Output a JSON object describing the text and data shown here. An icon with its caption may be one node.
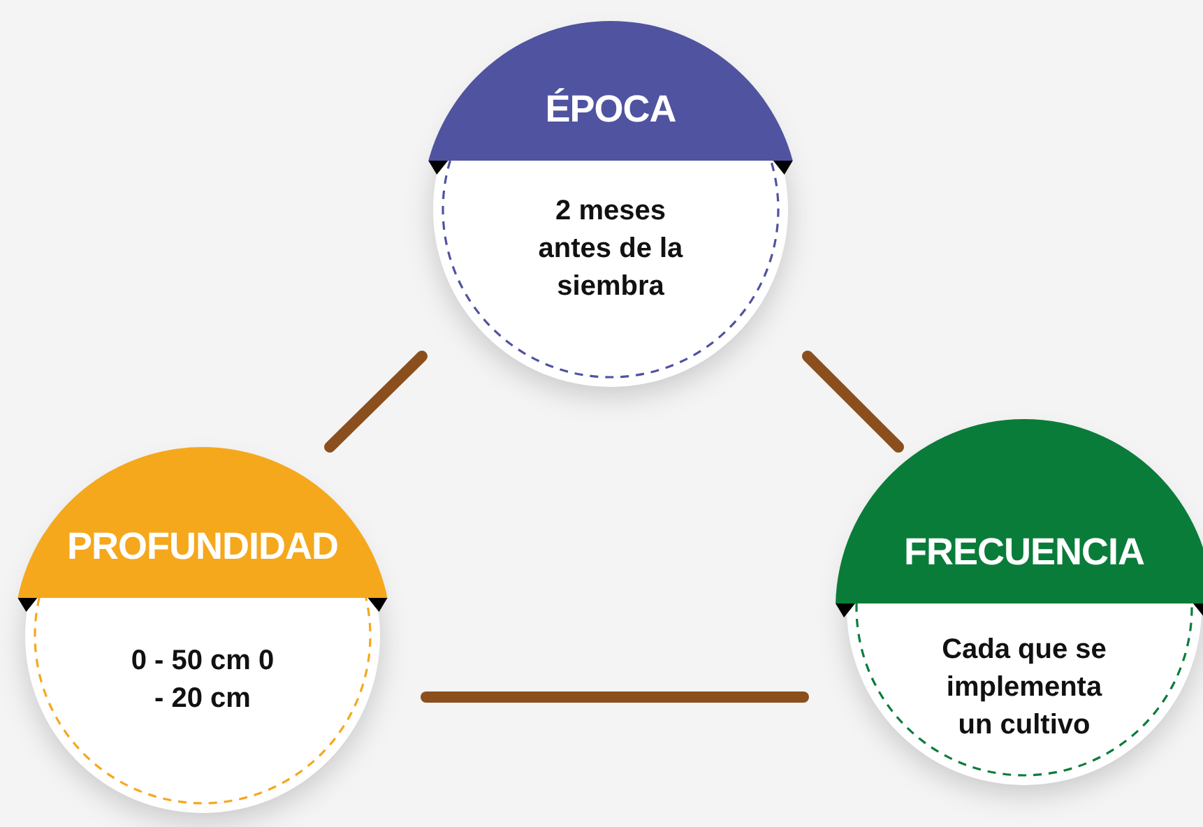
{
  "diagram": {
    "nodes": [
      {
        "text": [
          "ÉPOCA",
          "2 meses antes de la siembra"
        ]
      },
      {
        "text": [
          "PROFUNDIDAD",
          "0 - 50 cm 0 - 20 cm"
        ]
      },
      {
        "text": [
          "FRECUENCIA",
          "Cada que se implementa un cultivo"
        ]
      }
    ],
    "edges": [
      {
        "from": 0,
        "to": 1,
        "arrow": "none"
      },
      {
        "from": 0,
        "to": 2,
        "arrow": "none"
      },
      {
        "from": 1,
        "to": 2,
        "arrow": "none"
      }
    ]
  }
}
